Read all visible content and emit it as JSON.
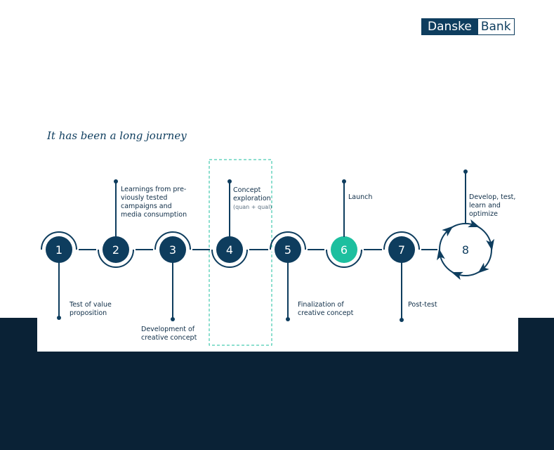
{
  "logo": {
    "part1": "Danske",
    "part2": "Bank"
  },
  "title": "It has been a long journey",
  "colors": {
    "navy": "#0e3d5e",
    "teal": "#1dbf9f",
    "dark": "#0a2236"
  },
  "steps": [
    {
      "number": "1",
      "label": "Test of value proposition"
    },
    {
      "number": "2",
      "label": "Learnings from pre-viously tested campaigns and media consumption"
    },
    {
      "number": "3",
      "label": "Development of creative concept"
    },
    {
      "number": "4",
      "label": "Concept exploration",
      "sublabel": "(quan + qual)"
    },
    {
      "number": "5",
      "label": "Finalization of creative concept"
    },
    {
      "number": "6",
      "label": "Launch"
    },
    {
      "number": "7",
      "label": "Post-test"
    },
    {
      "number": "8",
      "label": "Develop, test, learn and optimize"
    }
  ]
}
